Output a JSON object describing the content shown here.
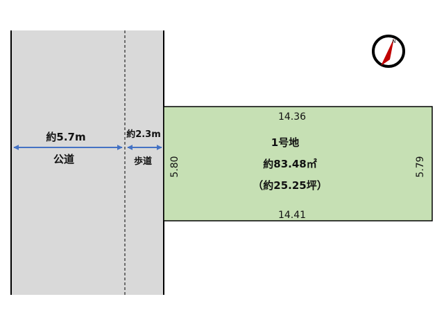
{
  "road": {
    "width_label": "約5.7m",
    "name": "公道",
    "fill_color": "#d9d9d9"
  },
  "sidewalk": {
    "width_label": "約2.3m",
    "name": "歩道"
  },
  "lot": {
    "name": "1号地",
    "area_sqm": "約83.48㎡",
    "area_tsubo": "（約25.25坪）",
    "top_length": "14.36",
    "bottom_length": "14.41",
    "left_length": "5.80",
    "right_length": "5.79",
    "fill_color": "#c6e0b4"
  },
  "compass": {
    "icon": "north-arrow-icon",
    "north_label": "N",
    "accent_color": "#c00000"
  },
  "arrow_color": "#4472c4"
}
